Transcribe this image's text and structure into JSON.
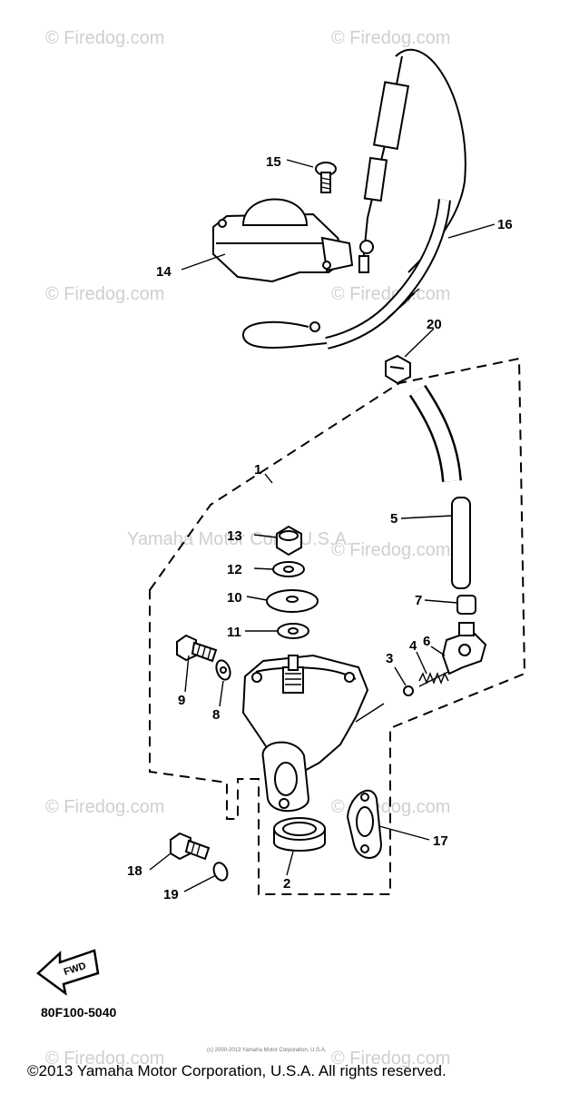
{
  "watermarks": {
    "site": "© Firedog.com",
    "site_with_space": "© Firedog.com ",
    "faded_corp": "Yamaha Motor Corp. U.S.A."
  },
  "callouts": {
    "c1": "1",
    "c2": "2",
    "c3": "3",
    "c4": "4",
    "c5": "5",
    "c6": "6",
    "c7": "7",
    "c8": "8",
    "c9": "9",
    "c10": "10",
    "c11": "11",
    "c12": "12",
    "c13": "13",
    "c14": "14",
    "c15": "15",
    "c16": "16",
    "c17": "17",
    "c18": "18",
    "c19": "19",
    "c20": "20"
  },
  "fwd_label": "FWD",
  "diagram_code": "80F100-5040",
  "tiny_notice": "(c) 2000-2013 Yamaha Motor Corporation, U.S.A.",
  "copyright": "©2013 Yamaha Motor Corporation, U.S.A. All rights reserved."
}
